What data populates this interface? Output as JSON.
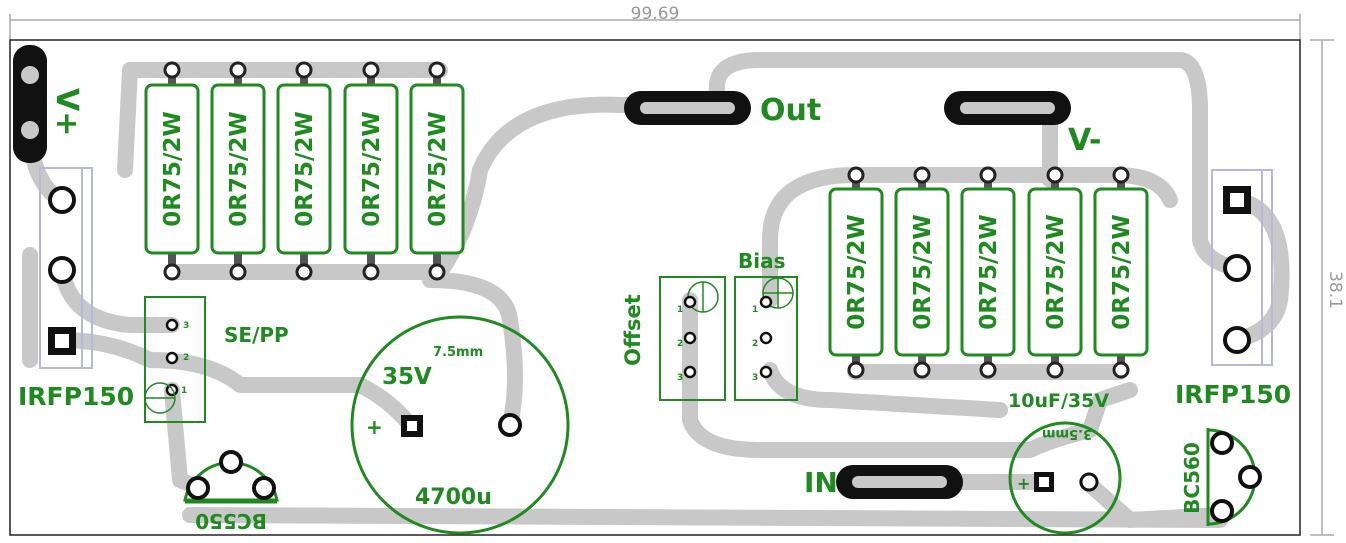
{
  "dimensions": {
    "width_label": "99.69",
    "height_label": "38.1"
  },
  "labels": {
    "v_plus": "V+",
    "v_minus": "V-",
    "out": "Out",
    "in": "IN",
    "se_pp": "SE/PP",
    "offset": "Offset",
    "bias": "Bias",
    "irfp_left": "IRFP150",
    "irfp_right": "IRFP150",
    "bc550": "BC550",
    "bc560": "BC560",
    "cap_big_voltage": "35V",
    "cap_big_pitch": "7.5mm",
    "cap_big_value": "4700u",
    "cap_small_value": "10uF/35V",
    "cap_small_pitch": "3.5mm",
    "plus_sign": "+"
  },
  "resistors": {
    "top_row": [
      "0R75/2W",
      "0R75/2W",
      "0R75/2W",
      "0R75/2W",
      "0R75/2W"
    ],
    "right_row": [
      "0R75/2W",
      "0R75/2W",
      "0R75/2W",
      "0R75/2W",
      "0R75/2W"
    ]
  },
  "headers": {
    "se_pp_pins": [
      "3",
      "2",
      "1"
    ],
    "offset_pins": [
      "1",
      "2",
      "3"
    ],
    "bias_pins": [
      "1",
      "2",
      "3"
    ]
  },
  "colors": {
    "silkscreen": "#1f8a1f",
    "trace": "#c8c8c8",
    "pad": "#111111",
    "outline": "#b8b8dd",
    "dimension": "#9a9a9a"
  }
}
